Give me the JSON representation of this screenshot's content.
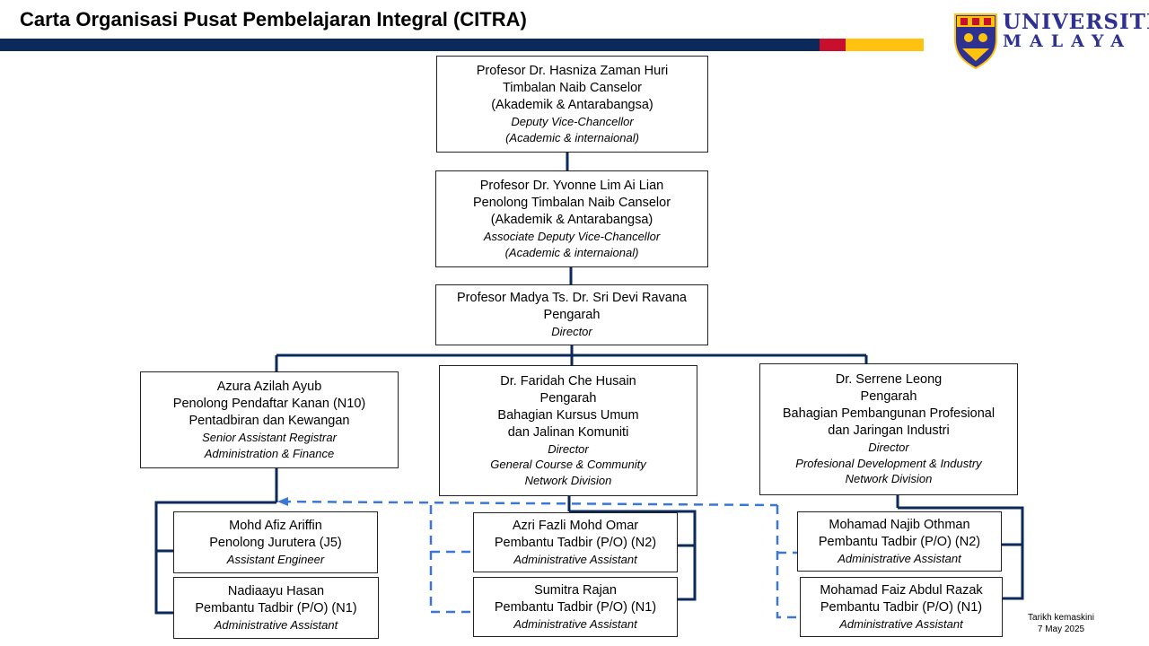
{
  "title": "Carta Organisasi Pusat Pembelajaran Integral (CITRA)",
  "logo": {
    "line1": "UNIVERSITI",
    "line2": "MALAYA"
  },
  "colors": {
    "navy": "#0b2a5b",
    "red": "#c8102e",
    "yellow": "#ffc20e",
    "dashed_blue": "#3a78d8",
    "logo_blue": "#2e3192"
  },
  "boxes": {
    "dvc": {
      "lines": [
        "Profesor Dr. Hasniza Zaman Huri",
        "Timbalan Naib Canselor",
        "(Akademik & Antarabangsa)"
      ],
      "italic": [
        "Deputy Vice-Chancellor",
        "(Academic & internaional)"
      ]
    },
    "advc": {
      "lines": [
        "Profesor Dr. Yvonne  Lim Ai Lian",
        "Penolong Timbalan Naib Canselor",
        "(Akademik & Antarabangsa)"
      ],
      "italic": [
        "Associate Deputy Vice-Chancellor",
        "(Academic & internaional)"
      ]
    },
    "director": {
      "lines": [
        "Profesor Madya Ts. Dr. Sri Devi Ravana",
        "Pengarah"
      ],
      "italic": [
        "Director"
      ]
    },
    "admin": {
      "lines": [
        "Azura Azilah Ayub",
        "Penolong Pendaftar Kanan (N10)",
        "Pentadbiran dan Kewangan"
      ],
      "italic": [
        "Senior Assistant Registrar",
        "Administration & Finance"
      ]
    },
    "general": {
      "lines": [
        "Dr. Faridah Che Husain",
        "Pengarah",
        "Bahagian Kursus Umum",
        "dan Jalinan Komuniti"
      ],
      "italic": [
        "Director",
        "General Course & Community",
        "Network Division"
      ]
    },
    "profdev": {
      "lines": [
        "Dr. Serrene Leong",
        "Pengarah",
        "Bahagian Pembangunan Profesional",
        "dan Jaringan Industri"
      ],
      "italic": [
        "Director",
        "Profesional Development & Industry",
        "Network Division"
      ]
    },
    "afiz": {
      "lines": [
        "Mohd Afiz Ariffin",
        "Penolong Jurutera (J5)"
      ],
      "italic": [
        "Assistant Engineer"
      ]
    },
    "nadiaayu": {
      "lines": [
        "Nadiaayu Hasan",
        "Pembantu Tadbir (P/O) (N1)"
      ],
      "italic": [
        "Administrative Assistant"
      ]
    },
    "azri": {
      "lines": [
        "Azri Fazli Mohd Omar",
        "Pembantu Tadbir (P/O) (N2)"
      ],
      "italic": [
        "Administrative Assistant"
      ]
    },
    "sumitra": {
      "lines": [
        "Sumitra Rajan",
        "Pembantu Tadbir (P/O) (N1)"
      ],
      "italic": [
        "Administrative Assistant"
      ]
    },
    "najib": {
      "lines": [
        "Mohamad Najib Othman",
        "Pembantu Tadbir (P/O) (N2)"
      ],
      "italic": [
        "Administrative Assistant"
      ]
    },
    "faiz": {
      "lines": [
        "Mohamad Faiz Abdul Razak",
        "Pembantu Tadbir (P/O) (N1)"
      ],
      "italic": [
        "Administrative Assistant"
      ]
    }
  },
  "updated": {
    "label": "Tarikh kemaskini",
    "date": "7 May 2025"
  }
}
